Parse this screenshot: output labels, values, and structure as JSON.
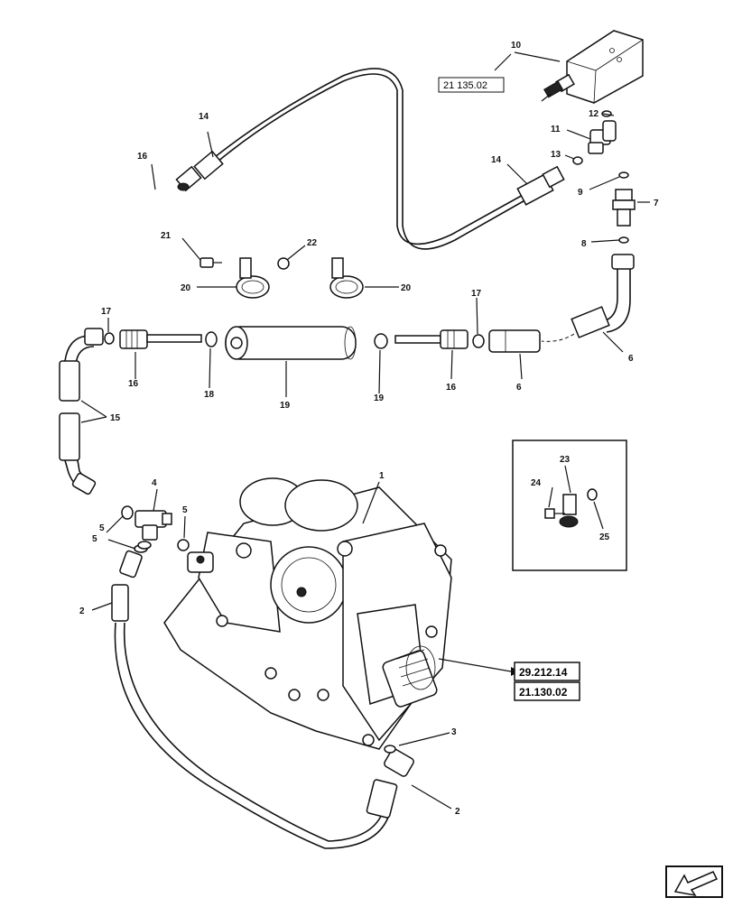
{
  "callouts": {
    "c1": "1",
    "c2a": "2",
    "c2b": "2",
    "c3": "3",
    "c4": "4",
    "c5a": "5",
    "c5b": "5",
    "c5c": "5",
    "c6a": "6",
    "c6b": "6",
    "c7": "7",
    "c8": "8",
    "c9": "9",
    "c10": "10",
    "c11": "11",
    "c12": "12",
    "c13": "13",
    "c14a": "14",
    "c14b": "14",
    "c15": "15",
    "c16a": "16",
    "c16b": "16",
    "c16c": "16",
    "c17a": "17",
    "c17b": "17",
    "c18": "18",
    "c19a": "19",
    "c19b": "19",
    "c20a": "20",
    "c20b": "20",
    "c21": "21",
    "c22": "22",
    "c23": "23",
    "c24": "24",
    "c25": "25"
  },
  "references": {
    "ref_top": "21 135.02",
    "ref_right_1": "29.212.14",
    "ref_right_2": "21.130.02"
  },
  "icons": {
    "nav": "arrow-back-icon"
  }
}
